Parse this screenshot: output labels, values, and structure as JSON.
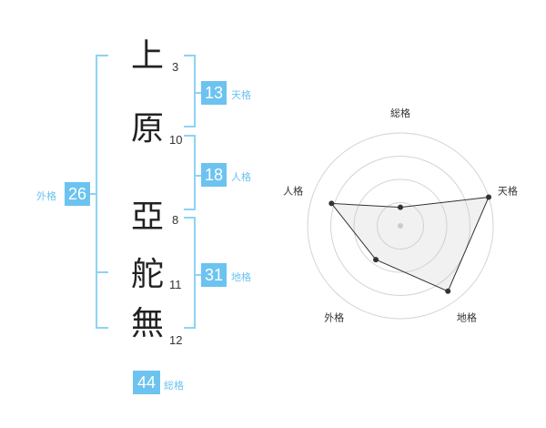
{
  "name": {
    "chars": [
      {
        "char": "上",
        "strokes": "3"
      },
      {
        "char": "原",
        "strokes": "10"
      },
      {
        "char": "亞",
        "strokes": "8"
      },
      {
        "char": "舵",
        "strokes": "11"
      },
      {
        "char": "無",
        "strokes": "12"
      }
    ]
  },
  "kaku": {
    "tenkaku": {
      "value": "13",
      "label": "天格"
    },
    "jinkaku": {
      "value": "18",
      "label": "人格"
    },
    "chikaku": {
      "value": "31",
      "label": "地格"
    },
    "gaikaku": {
      "value": "26",
      "label": "外格"
    },
    "soukaku": {
      "value": "44",
      "label": "総格"
    }
  },
  "colors": {
    "accent": "#6cc3f0",
    "bracket": "#8fd3f4"
  },
  "chart_data": {
    "type": "radar",
    "axes": [
      "総格",
      "天格",
      "地格",
      "外格",
      "人格"
    ],
    "values": [
      0.2,
      1.0,
      0.87,
      0.45,
      0.78
    ],
    "rings": 4,
    "range": [
      0,
      1
    ],
    "grid": true
  }
}
